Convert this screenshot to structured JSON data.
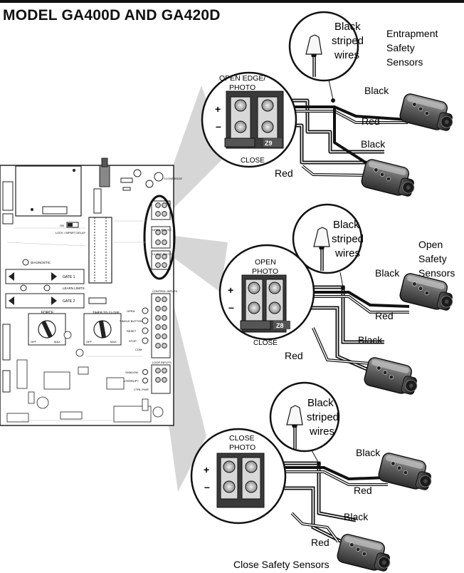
{
  "title": "MODEL GA400D AND GA420D",
  "board": {
    "terminals_close_edge": "CLOSE EDGE",
    "terminals_open_edge_photo": "OPEN EDGE/ PHOTO",
    "terminals_open_photo": "OPEN PHOTO",
    "terminals_close_photo": "CLOSE PHOTO",
    "learn_limits": "LEARN LIMITS",
    "gate1": "GATE 1",
    "gate2": "GATE 2",
    "diagnostic": "DIAGNOSTIC",
    "force": "FORCE",
    "timer_to_close": "TIMER TO CLOSE",
    "off": "OFF",
    "max": "MAX",
    "lock": "LOCK / BIPART DELAY",
    "on": "ON",
    "single_button": "SINGLE BUTTON",
    "open": "OPEN",
    "reset": "RESET",
    "stop": "STOP",
    "com": "COM",
    "shadow": "SHADOW",
    "interrupt": "INTERRUPT",
    "ctrl_pwr": "CTRL PWR",
    "loop_inputs": "LOOP INPUTS",
    "control_inputs": "CONTROL INPUTS"
  },
  "sections": [
    {
      "name": "entrapment",
      "terminal_label": "OPEN EDGE/ PHOTO",
      "zone": "Z9",
      "close_label": "CLOSE",
      "callout_text": "Black striped wires",
      "sensor_label": "Entrapment Safety Sensors",
      "wire_labels": [
        "Black",
        "Red",
        "Black",
        "Red"
      ]
    },
    {
      "name": "open",
      "terminal_label": "OPEN PHOTO",
      "zone": "Z8",
      "close_label": "CLOSE",
      "callout_text": "Black striped wires",
      "sensor_label": "Open Safety Sensors",
      "wire_labels": [
        "Black",
        "Red",
        "Black",
        "Red"
      ]
    },
    {
      "name": "close",
      "terminal_label": "CLOSE PHOTO",
      "callout_text": "Black striped wires",
      "sensor_label": "Close Safety Sensors",
      "wire_labels": [
        "Black",
        "Red",
        "Black",
        "Red"
      ]
    }
  ],
  "polarity": [
    "+",
    "–"
  ]
}
